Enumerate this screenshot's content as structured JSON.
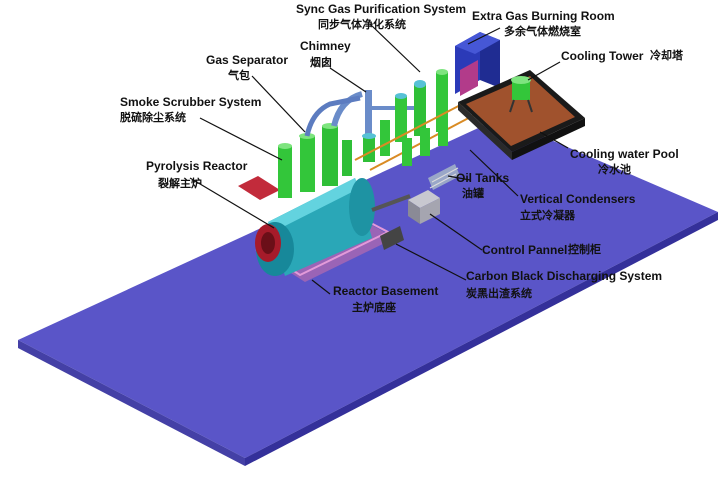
{
  "labels": {
    "sync_gas": {
      "en": "Sync Gas Purification System",
      "cn": "同步气体净化系统"
    },
    "extra_gas": {
      "en": "Extra Gas Burning Room",
      "cn": "多余气体燃烧室"
    },
    "gas_separator": {
      "en": "Gas Separator",
      "cn": "气包"
    },
    "chimney": {
      "en": "Chimney",
      "cn": "烟囱"
    },
    "cooling_tower": {
      "en": "Cooling Tower",
      "cn": "冷却塔"
    },
    "smoke_scrubber": {
      "en": "Smoke Scrubber System",
      "cn": "脱硫除尘系统"
    },
    "pyrolysis_reactor": {
      "en": "Pyrolysis Reactor",
      "cn": "裂解主炉"
    },
    "cooling_pool": {
      "en": "Cooling water Pool",
      "cn": "冷水池"
    },
    "oil_tanks": {
      "en": "Oil Tanks",
      "cn": "油罐"
    },
    "vertical_condensers": {
      "en": "Vertical Condensers",
      "cn": "立式冷凝器"
    },
    "control_pannel": {
      "en": "Control Pannel",
      "cn": "控制柜"
    },
    "carbon_black": {
      "en": "Carbon Black Discharging System",
      "cn": "炭黑出渣系统"
    },
    "reactor_basement": {
      "en": "Reactor Basement",
      "cn": "主炉底座"
    }
  },
  "colors": {
    "platform_top": "#5a55c8",
    "platform_left": "#4a45b0",
    "platform_right": "#3e39a0",
    "reactor_teal": "#2aa7b7",
    "green_equipment": "#33c63a",
    "pool_brown": "#a0522d",
    "pipe_blue": "#6a8cc9",
    "gas_room_blue": "#2b3ab8"
  }
}
